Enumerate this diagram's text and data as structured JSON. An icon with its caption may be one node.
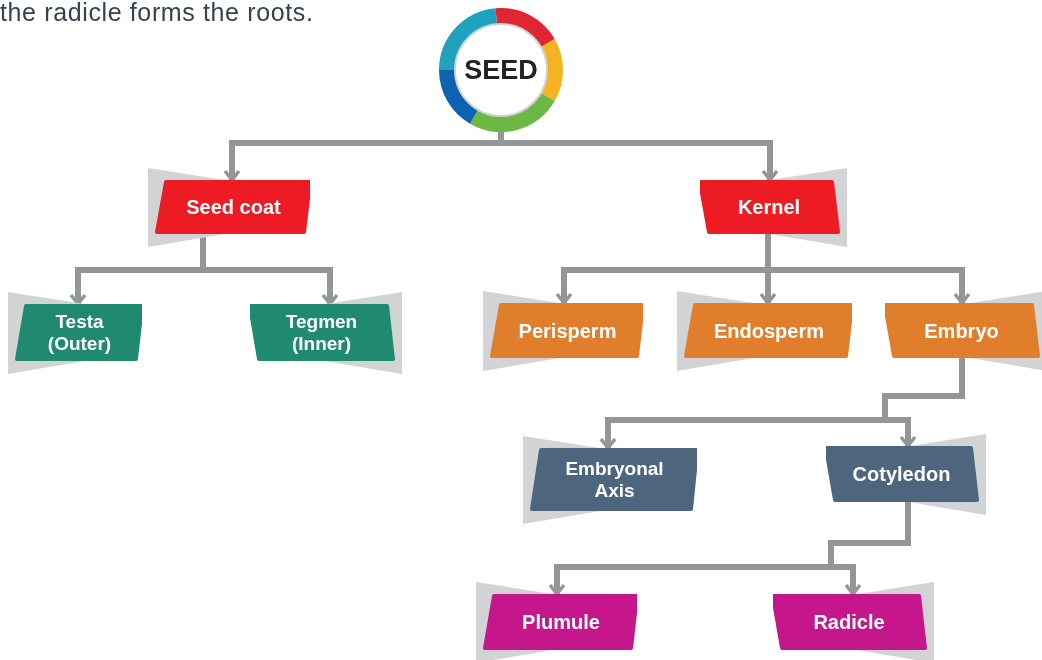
{
  "diagram": {
    "nodes": [
      {
        "text": [
          "SEED"
        ]
      },
      {
        "text": [
          "Seed coat"
        ]
      },
      {
        "text": [
          "Kernel"
        ]
      },
      {
        "text": [
          "Testa (Outer)"
        ]
      },
      {
        "text": [
          "Tegmen (Inner)"
        ]
      },
      {
        "text": [
          "Perisperm"
        ]
      },
      {
        "text": [
          "Endosperm"
        ]
      },
      {
        "text": [
          "Embryo"
        ]
      },
      {
        "text": [
          "Embryonal Axis"
        ]
      },
      {
        "text": [
          "Cotyledon"
        ]
      },
      {
        "text": [
          "Plumule"
        ]
      },
      {
        "text": [
          "Radicle"
        ]
      }
    ],
    "edges": [
      {
        "from": 0,
        "to": 1,
        "arrow": "to"
      },
      {
        "from": 0,
        "to": 2,
        "arrow": "to"
      },
      {
        "from": 1,
        "to": 3,
        "arrow": "to"
      },
      {
        "from": 1,
        "to": 4,
        "arrow": "to"
      },
      {
        "from": 2,
        "to": 5,
        "arrow": "to"
      },
      {
        "from": 2,
        "to": 6,
        "arrow": "to"
      },
      {
        "from": 2,
        "to": 7,
        "arrow": "to"
      },
      {
        "from": 7,
        "to": 8,
        "arrow": "to"
      },
      {
        "from": 7,
        "to": 9,
        "arrow": "to"
      },
      {
        "from": 9,
        "to": 10,
        "arrow": "to"
      },
      {
        "from": 9,
        "to": 11,
        "arrow": "to"
      }
    ],
    "labels": [
      "the radicle forms the roots."
    ]
  }
}
